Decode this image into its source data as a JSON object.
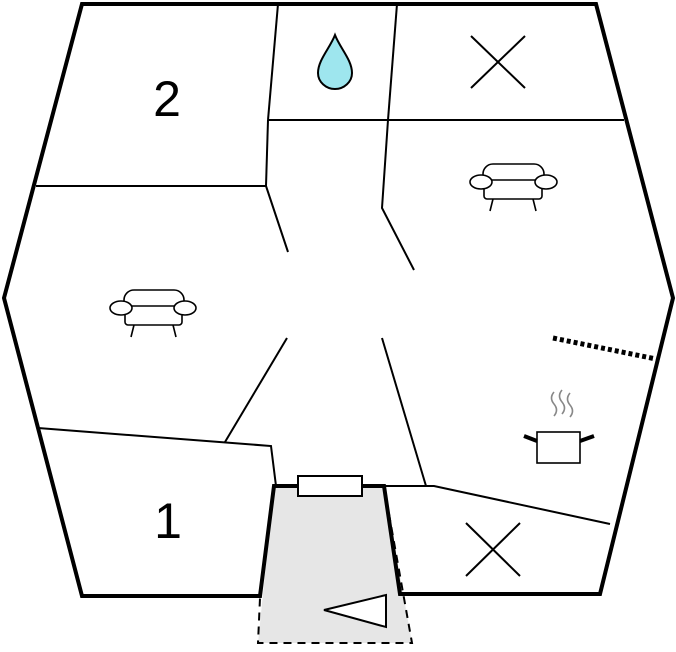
{
  "rooms": {
    "bedroom_upper_left": {
      "label": "2",
      "icon": "bedroom-number"
    },
    "bedroom_lower_left": {
      "label": "1",
      "icon": "bedroom-number"
    },
    "bathroom": {
      "icon": "water-drop-icon"
    },
    "storage_upper_right": {
      "icon": "cross-icon"
    },
    "storage_lower_right": {
      "icon": "cross-icon"
    },
    "living_left": {
      "icon": "sofa-icon"
    },
    "living_right": {
      "icon": "sofa-icon"
    },
    "kitchen": {
      "icon": "cooking-pot-icon"
    }
  },
  "entrance": {
    "icon": "entrance-arrow-icon",
    "direction": "left"
  },
  "colors": {
    "wall": "#000000",
    "water": "#9ee6ee",
    "entrance_fill": "#e6e6e6",
    "background": "#ffffff"
  }
}
